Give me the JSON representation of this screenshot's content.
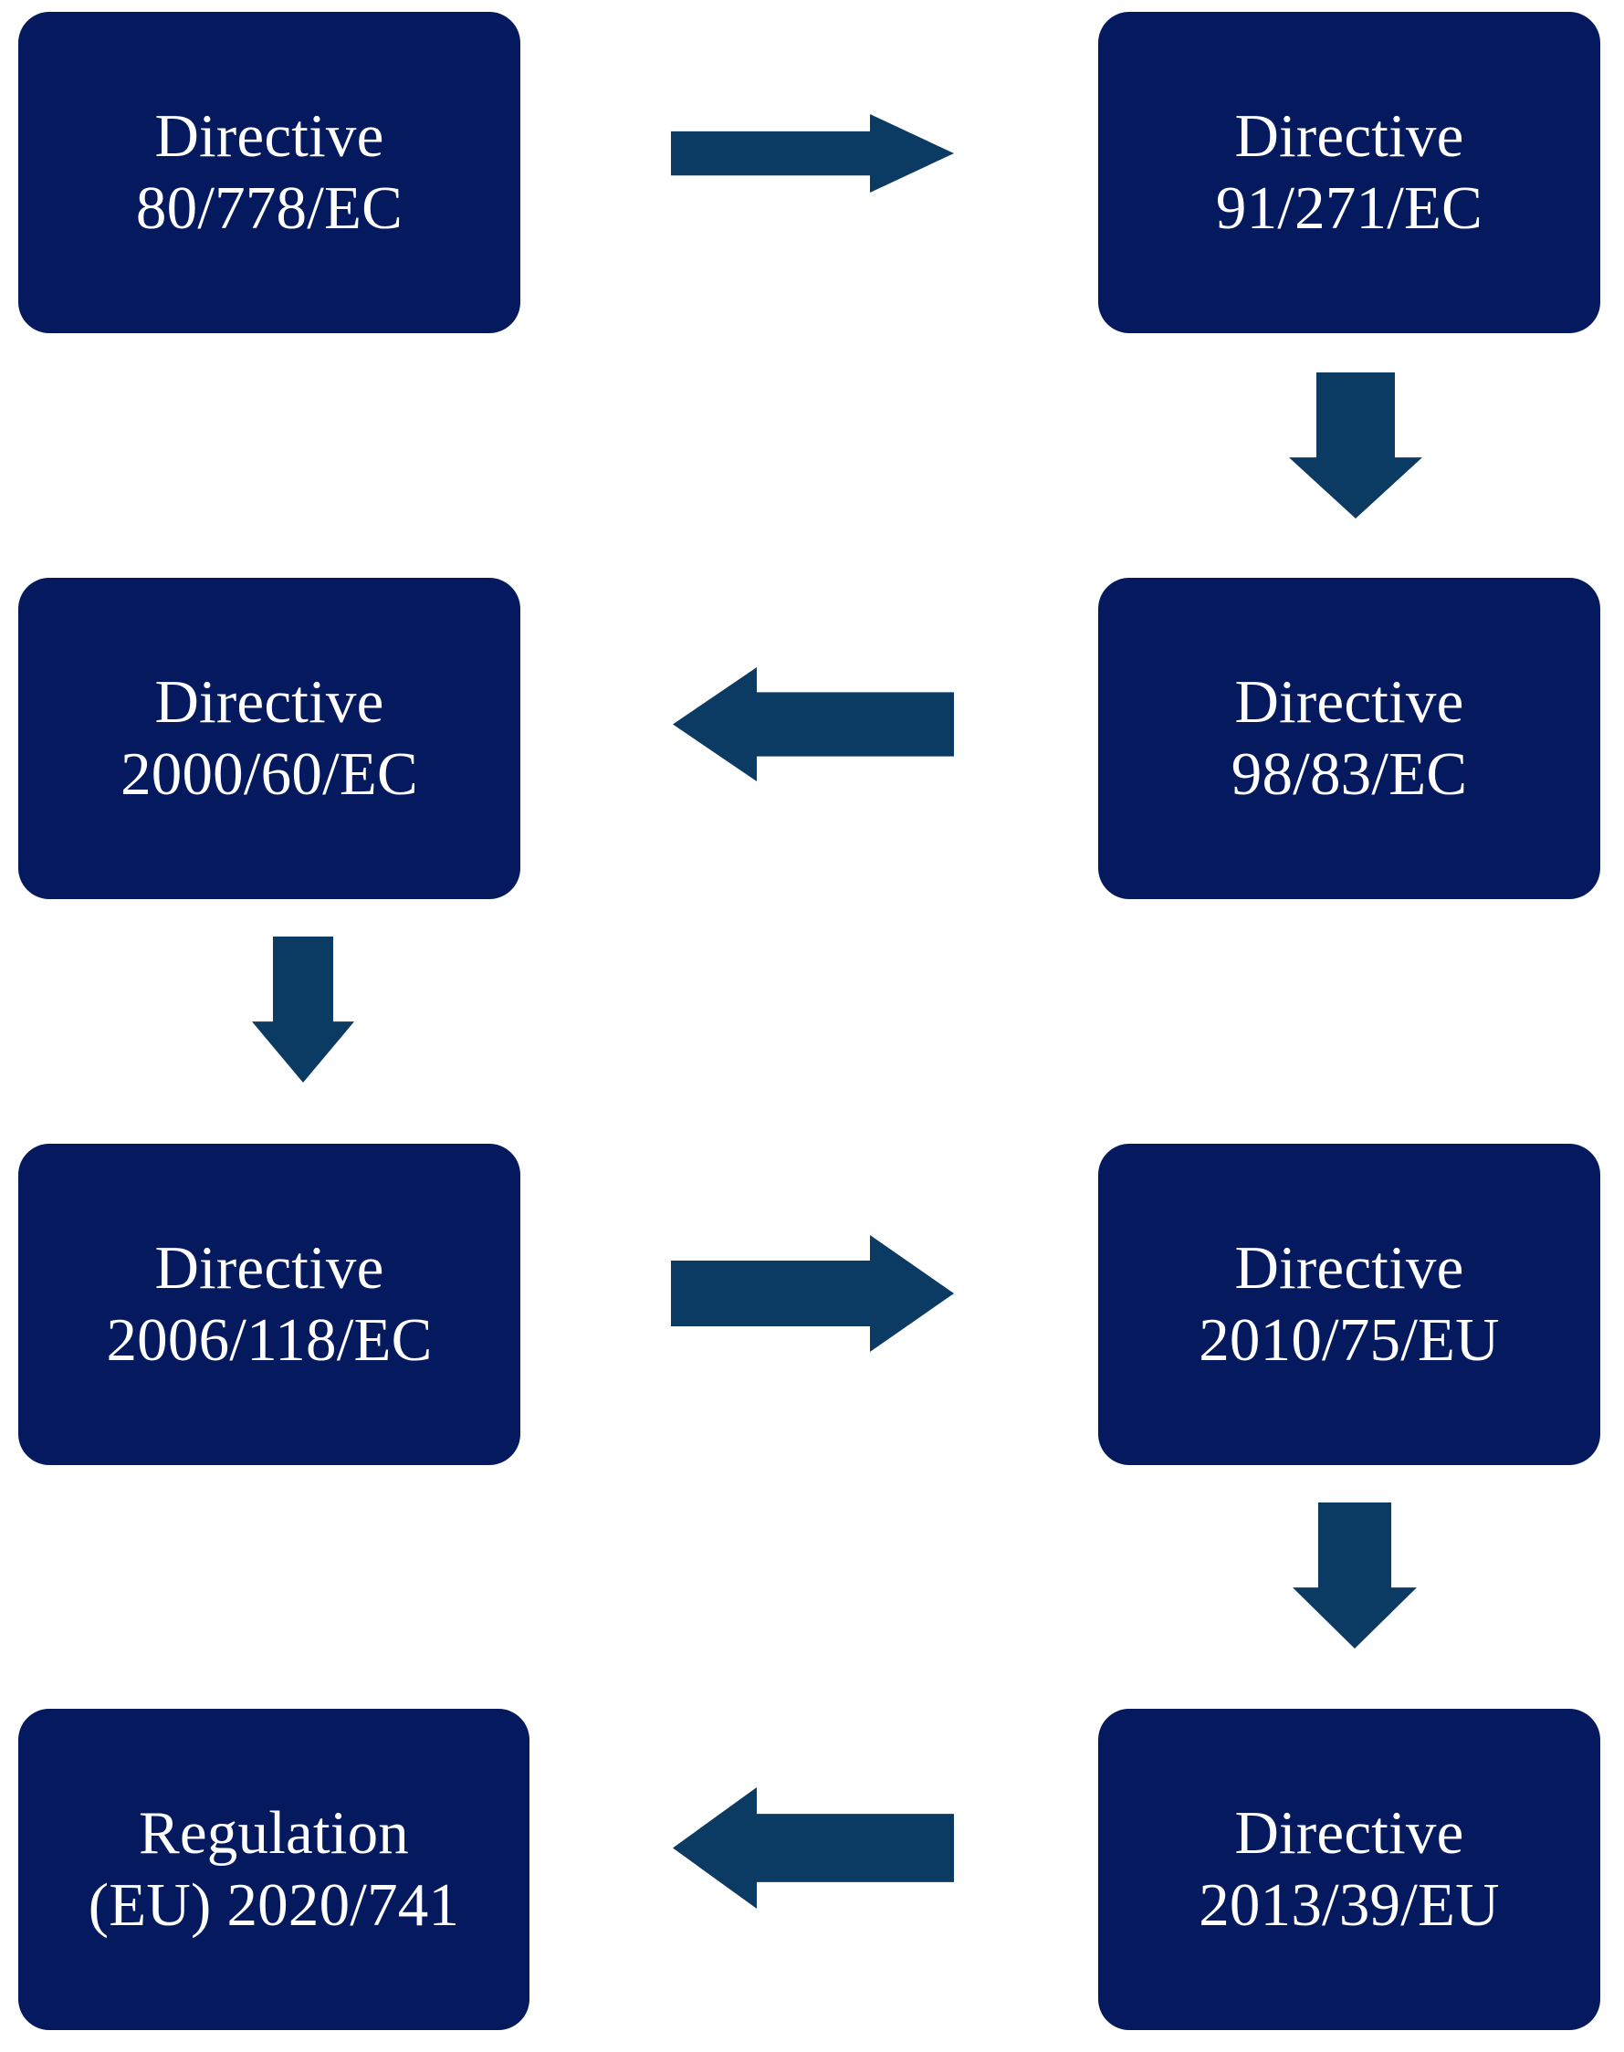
{
  "diagram": {
    "type": "flowchart",
    "orientation": "two-column-snake",
    "background_color": "#FFFFFF",
    "node_fill_color": "#05195F",
    "node_text_color": "#FFFFFF",
    "arrow_color": "#0B3A63",
    "nodes": [
      {
        "id": "n1",
        "row": 1,
        "column": "left",
        "line1": "Directive",
        "line2": "80/778/EC"
      },
      {
        "id": "n2",
        "row": 1,
        "column": "right",
        "line1": "Directive",
        "line2": "91/271/EC"
      },
      {
        "id": "n3",
        "row": 2,
        "column": "left",
        "line1": "Directive",
        "line2": "2000/60/EC"
      },
      {
        "id": "n4",
        "row": 2,
        "column": "right",
        "line1": "Directive",
        "line2": "98/83/EC"
      },
      {
        "id": "n5",
        "row": 3,
        "column": "left",
        "line1": "Directive",
        "line2": "2006/118/EC"
      },
      {
        "id": "n6",
        "row": 3,
        "column": "right",
        "line1": "Directive",
        "line2": "2010/75/EU"
      },
      {
        "id": "n7",
        "row": 4,
        "column": "left",
        "line1": "Regulation",
        "line2": "(EU) 2020/741"
      },
      {
        "id": "n8",
        "row": 4,
        "column": "right",
        "line1": "Directive",
        "line2": "2013/39/EU"
      }
    ],
    "edges": [
      {
        "id": "e1",
        "from": "n1",
        "to": "n2",
        "direction": "right"
      },
      {
        "id": "e2",
        "from": "n2",
        "to": "n4",
        "direction": "down"
      },
      {
        "id": "e3",
        "from": "n4",
        "to": "n3",
        "direction": "left"
      },
      {
        "id": "e4",
        "from": "n3",
        "to": "n5",
        "direction": "down"
      },
      {
        "id": "e5",
        "from": "n5",
        "to": "n6",
        "direction": "right"
      },
      {
        "id": "e6",
        "from": "n6",
        "to": "n8",
        "direction": "down"
      },
      {
        "id": "e7",
        "from": "n8",
        "to": "n7",
        "direction": "left"
      }
    ]
  }
}
